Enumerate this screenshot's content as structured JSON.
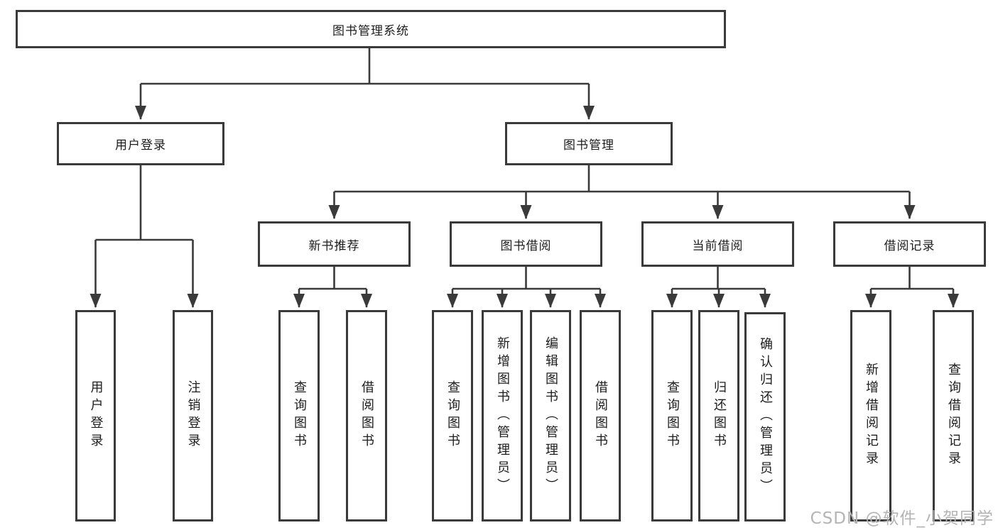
{
  "colors": {
    "line": "#3a3a3a",
    "box_border": "#3a3a3a",
    "box_fill": "#ffffff",
    "text": "#1d1d1d",
    "watermark": "#b4b4b4",
    "background": "#ffffff"
  },
  "diagram": {
    "root": {
      "label": "图书管理系统"
    },
    "level2": {
      "user_login": {
        "label": "用户登录"
      },
      "book_mgmt": {
        "label": "图书管理"
      }
    },
    "level3": {
      "new_book_rec": {
        "label": "新书推荐"
      },
      "book_borrow": {
        "label": "图书借阅"
      },
      "current_borrow": {
        "label": "当前借阅"
      },
      "borrow_record": {
        "label": "借阅记录"
      }
    },
    "leaves": {
      "user_login": {
        "label": "用户登录"
      },
      "logout": {
        "label": "注销登录"
      },
      "nb_query_book": {
        "label": "查询图书"
      },
      "nb_borrow_book": {
        "label": "借阅图书"
      },
      "bb_query_book": {
        "label": "查询图书"
      },
      "bb_add_book": {
        "label": "新增图书（管理员）"
      },
      "bb_edit_book": {
        "label": "编辑图书（管理员）"
      },
      "bb_borrow_book": {
        "label": "借阅图书"
      },
      "cb_query_book": {
        "label": "查询图书"
      },
      "cb_return_book": {
        "label": "归还图书"
      },
      "cb_confirm_return": {
        "label": "确认归还（管理员）"
      },
      "br_add_record": {
        "label": "新增借阅记录"
      },
      "br_query_record": {
        "label": "查询借阅记录"
      }
    }
  },
  "watermark": {
    "text": "CSDN @软件_小贺同学"
  }
}
